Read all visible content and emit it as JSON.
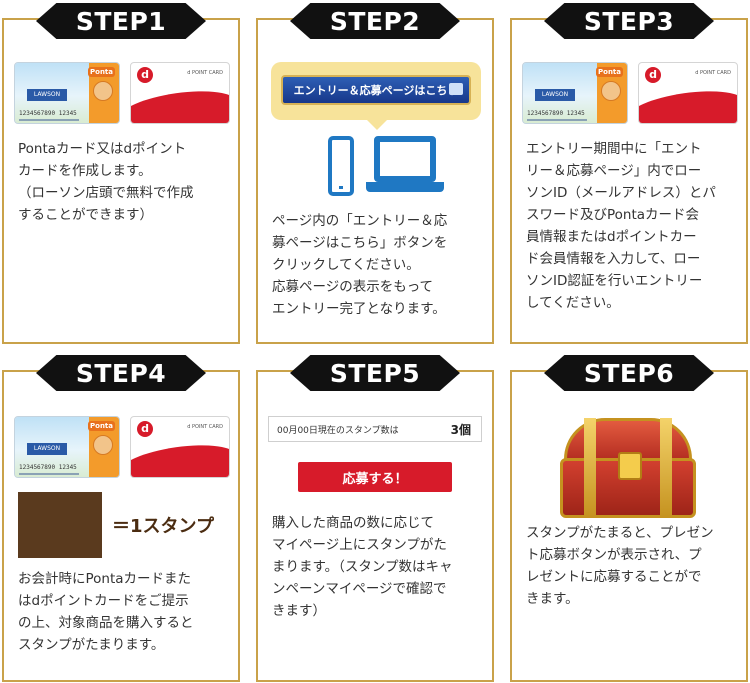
{
  "steps": [
    {
      "label": "STEP1",
      "text_lines": [
        "Pontaカード又はdポイント",
        "カードを作成します。",
        "（ローソン店頭で無料で作成",
        "することができます）"
      ]
    },
    {
      "label": "STEP2",
      "button_label": "エントリー＆応募ページはこちら",
      "text_lines": [
        "ページ内の「エントリー＆応",
        "募ページはこちら」ボタンを",
        "クリックしてください。",
        "応募ページの表示をもって",
        "エントリー完了となります。"
      ]
    },
    {
      "label": "STEP3",
      "text_lines": [
        "エントリー期間中に「エント",
        "リー＆応募ページ」内でロー",
        "ソンID（メールアドレス）とパ",
        "スワード及びPontaカード会",
        "員情報またはdポイントカー",
        "ド会員情報を入力して、ロー",
        "ソンID認証を行いエントリー",
        "してください。"
      ]
    },
    {
      "label": "STEP4",
      "stamp_equation": "＝1スタンプ",
      "text_lines": [
        "お会計時にPontaカードまた",
        "はdポイントカードをご提示",
        "の上、対象商品を購入すると",
        "スタンプがたまります。"
      ]
    },
    {
      "label": "STEP5",
      "stamp_count_label": "00月00日現在のスタンプ数は",
      "stamp_count_value": "3個",
      "apply_button": "応募する！",
      "text_lines": [
        "購入した商品の数に応じて",
        "マイページ上にスタンプがた",
        "まります。（スタンプ数はキャ",
        "ンペーンマイページで確認で",
        "きます）"
      ]
    },
    {
      "label": "STEP6",
      "text_lines": [
        "スタンプがたまると、プレゼン",
        "ト応募ボタンが表示され、プ",
        "レゼントに応募することがで",
        "きます。"
      ]
    }
  ],
  "card_visual": {
    "ponta_logo": "Ponta",
    "ponta_store": "LAWSON",
    "ponta_number": "1234567890 12345",
    "dpoint_logo": "d",
    "dpoint_text": "d POINT CARD"
  },
  "colors": {
    "border": "#c9a24a",
    "badge": "#111111",
    "blue": "#1f78c3",
    "red": "#d71b2a"
  }
}
